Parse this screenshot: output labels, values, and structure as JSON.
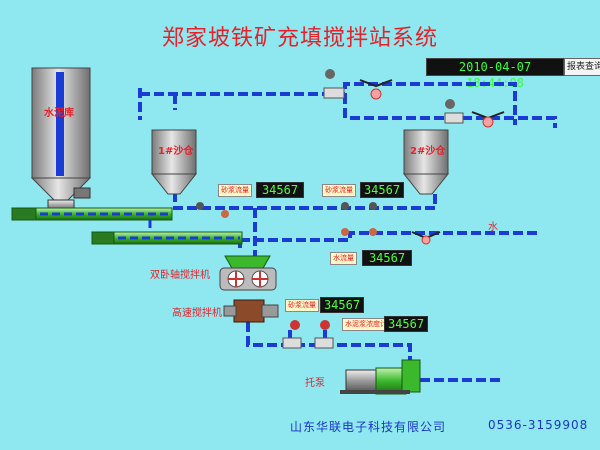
{
  "title": "郑家坡铁矿充填搅拌站系统",
  "clock": "2010-04-07 18:44:08",
  "report_button": "报表查询",
  "silos": {
    "cement": "水泥库",
    "sand1": "1#沙仓",
    "sand2": "2#沙仓"
  },
  "labels": {
    "water": "水",
    "twin_mixer": "双卧轴搅拌机",
    "high_speed_mixer": "高速搅拌机",
    "pump": "托泵"
  },
  "meters": [
    {
      "tag": "砂浆流量",
      "value": "34567"
    },
    {
      "tag": "砂浆流量",
      "value": "34567"
    },
    {
      "tag": "水流量",
      "value": "34567"
    },
    {
      "tag": "砂浆流量",
      "value": "34567"
    },
    {
      "tag": "水泥浆浓度计",
      "value": "34567"
    }
  ],
  "footer": {
    "company": "山东华联电子科技有限公司",
    "phone": "0536-3159908"
  },
  "colors": {
    "background": "#8fe8ef",
    "pipe": "#1a3cd4",
    "accent": "#e8202a",
    "digit": "#4cff3f"
  }
}
